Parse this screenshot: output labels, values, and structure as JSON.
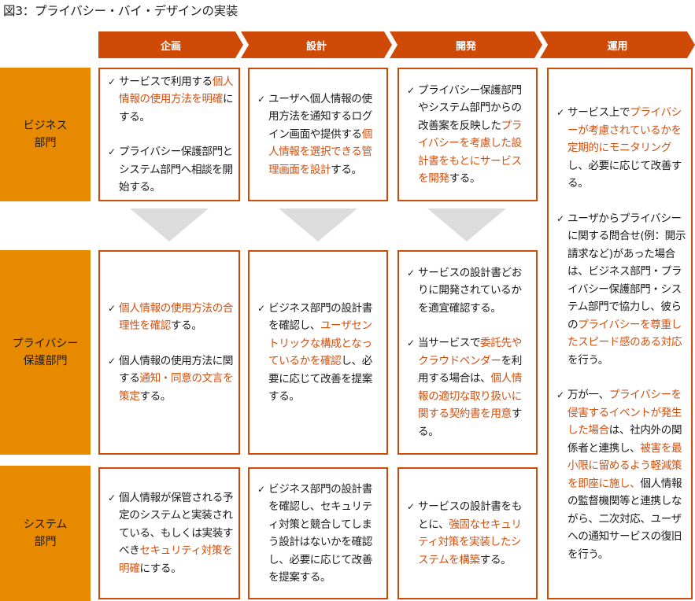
{
  "title": "図3：プライバシー・バイ・デザインの実装",
  "colors": {
    "phase_bg": "#cf4a06",
    "row_label_bg": "#e88a00",
    "highlight_text": "#d1500f",
    "arrow": "#dcdcdc"
  },
  "phases": [
    {
      "label": "企画"
    },
    {
      "label": "設計"
    },
    {
      "label": "開発"
    },
    {
      "label": "運用"
    }
  ],
  "rows": [
    {
      "label": "ビジネス\n部門"
    },
    {
      "label": "プライバシー\n保護部門"
    },
    {
      "label": "システム\n部門"
    }
  ],
  "check_icon": "✓",
  "cells": {
    "business_planning": [
      [
        {
          "t": "サービスで利用する"
        },
        {
          "t": "個人情報の使用方法を明確",
          "hl": true
        },
        {
          "t": "にする。"
        }
      ],
      [
        {
          "t": "プライバシー保護部門とシステム部門へ相談を開始する。"
        }
      ]
    ],
    "business_design": [
      [
        {
          "t": "ユーザへ個人情報の使用方法を通知するログイン画面や提供する"
        },
        {
          "t": "個人情報を選択できる管理画面を設計",
          "hl": true
        },
        {
          "t": "する。"
        }
      ]
    ],
    "business_development": [
      [
        {
          "t": "プライバシー保護部門やシステム部門からの改善案を反映した"
        },
        {
          "t": "プライバシーを考慮した設計書をもとにサービスを開発",
          "hl": true
        },
        {
          "t": "する。"
        }
      ]
    ],
    "privacy_planning": [
      [
        {
          "t": "個人情報の使用方法の合理性を確認",
          "hl": true
        },
        {
          "t": "する。"
        }
      ],
      [
        {
          "t": "個人情報の使用方法に関する"
        },
        {
          "t": "通知・同意の文言を策定",
          "hl": true
        },
        {
          "t": "する。"
        }
      ]
    ],
    "privacy_design": [
      [
        {
          "t": "ビジネス部門の設計書を確認し、"
        },
        {
          "t": "ユーザセントリックな構成となっているかを確認",
          "hl": true
        },
        {
          "t": "し、必要に応じて改善を提案する。"
        }
      ]
    ],
    "privacy_development": [
      [
        {
          "t": "サービスの設計書どおりに開発されているかを適宜確認する。"
        }
      ],
      [
        {
          "t": "当サービスで"
        },
        {
          "t": "委託先やクラウドベンダー",
          "hl": true
        },
        {
          "t": "を利用する場合は、"
        },
        {
          "t": "個人情報の適切な取り扱いに関する契約書を用意",
          "hl": true
        },
        {
          "t": "する。"
        }
      ]
    ],
    "system_planning": [
      [
        {
          "t": "個人情報が保管される予定のシステムと実装されている、もしくは実装すべき"
        },
        {
          "t": "セキュリティ対策を明確",
          "hl": true
        },
        {
          "t": "にする。"
        }
      ]
    ],
    "system_design": [
      [
        {
          "t": "ビジネス部門の設計書を確認し、セキュリティ対策と競合してしまう設計はないかを確認し、必要に応じて改善を提案する。"
        }
      ]
    ],
    "system_development": [
      [
        {
          "t": "サービスの設計書をもとに、"
        },
        {
          "t": "強固なセキュリティ対策を実装したシステムを構築",
          "hl": true
        },
        {
          "t": "する。"
        }
      ]
    ],
    "operation_all": [
      [
        {
          "t": "サービス上で"
        },
        {
          "t": "プライバシーが考慮されているかを定期的にモニタリング",
          "hl": true
        },
        {
          "t": "し、必要に応じて改善する。"
        }
      ],
      [
        {
          "t": "ユーザからプライバシーに関する問合せ(例：開示請求など)があった場合は、ビジネス部門・プライバシー保護部門・システム部門で協力し、彼らの"
        },
        {
          "t": "プライバシーを尊重したスピード感のある対応",
          "hl": true
        },
        {
          "t": "を行う。"
        }
      ],
      [
        {
          "t": "万が一、"
        },
        {
          "t": "プライバシーを侵害するイベントが発生した場合",
          "hl": true
        },
        {
          "t": "は、社内外の関係者と連携し、"
        },
        {
          "t": "被害を最小限に留めるよう軽減策を即座に施し、",
          "hl": true
        },
        {
          "t": "個人情報の監督機関等と連携しながら、二次対応、ユーザへの通知サービスの復旧を行う。"
        }
      ]
    ]
  }
}
